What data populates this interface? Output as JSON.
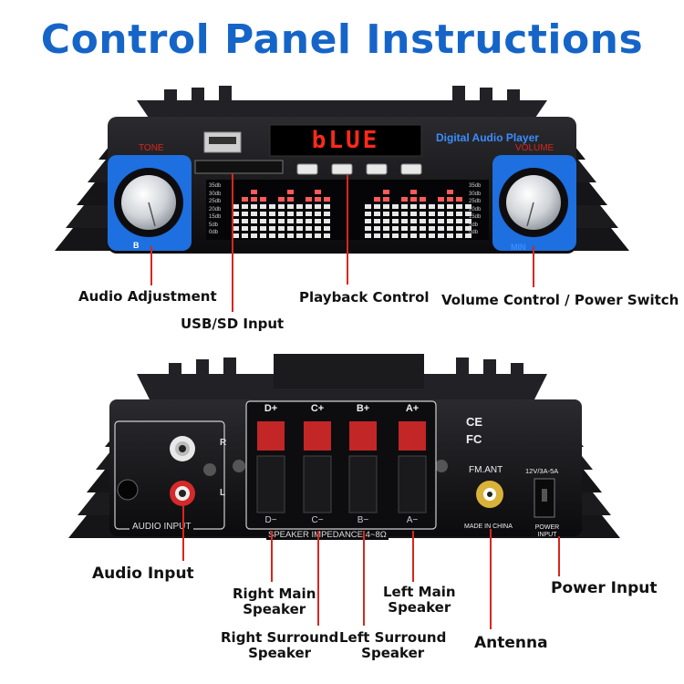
{
  "title": "Control Panel Instructions",
  "front_panel": {
    "display_text": "bLUE",
    "brand_text": "Digital Audio Player",
    "tone_label": "TONE",
    "volume_label": "VOLUME",
    "bass_marker": "B",
    "min_marker": "MIN",
    "eq_db_labels": [
      "35db",
      "30db",
      "25db",
      "20db",
      "15db",
      "5db",
      "0db"
    ]
  },
  "back_panel": {
    "audio_input_label": "AUDIO INPUT",
    "channel_r": "R",
    "channel_l": "L",
    "speaker_terminals": [
      "D+",
      "C+",
      "B+",
      "A+"
    ],
    "speaker_terminals_neg": [
      "D−",
      "C−",
      "B−",
      "A−"
    ],
    "speaker_impedance": "SPEAKER IMPEDANCE 4~8Ω",
    "ce_mark": "CE",
    "fc_mark": "FC",
    "fm_ant_label": "FM.ANT",
    "made_in": "MADE IN CHINA",
    "power_spec": "12V/3A-5A",
    "power_input_label": "POWER INPUT"
  },
  "callouts": {
    "audio_adjustment": "Audio Adjustment",
    "usb_sd_input": "USB/SD Input",
    "playback_control": "Playback Control",
    "volume_power": "Volume Control / Power Switch",
    "audio_input": "Audio Input",
    "right_main_speaker": "Right Main\nSpeaker",
    "left_main_speaker": "Left Main\nSpeaker",
    "right_surround_speaker": "Right Surround\nSpeaker",
    "left_surround_speaker": "Left Surround\nSpeaker",
    "antenna": "Antenna",
    "power_input": "Power Input"
  },
  "colors": {
    "title_blue": "#1565c8",
    "callout_red": "#d9261c",
    "lcd_red": "#ff2a1a",
    "knob_ring_blue": "#1e6fe0"
  }
}
